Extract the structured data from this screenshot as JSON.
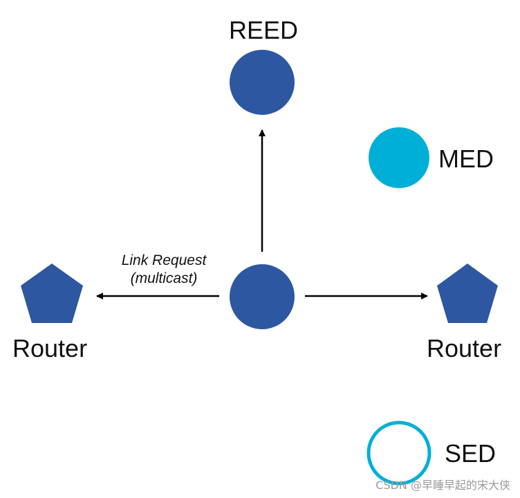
{
  "nodes": {
    "reed": {
      "label": "REED"
    },
    "med": {
      "label": "MED"
    },
    "router_left": {
      "label": "Router"
    },
    "router_right": {
      "label": "Router"
    },
    "sed": {
      "label": "SED"
    }
  },
  "edges": {
    "link_request": {
      "label_line1": "Link Request",
      "label_line2": "(multicast)"
    }
  },
  "watermark": "CSDN @早睡早起的宋大侠",
  "colors": {
    "router": "#2d57a0",
    "reed": "#2d57a0",
    "center": "#2d57a0",
    "med": "#00afd7",
    "sed_outline": "#00afd7",
    "arrow": "#000000"
  }
}
